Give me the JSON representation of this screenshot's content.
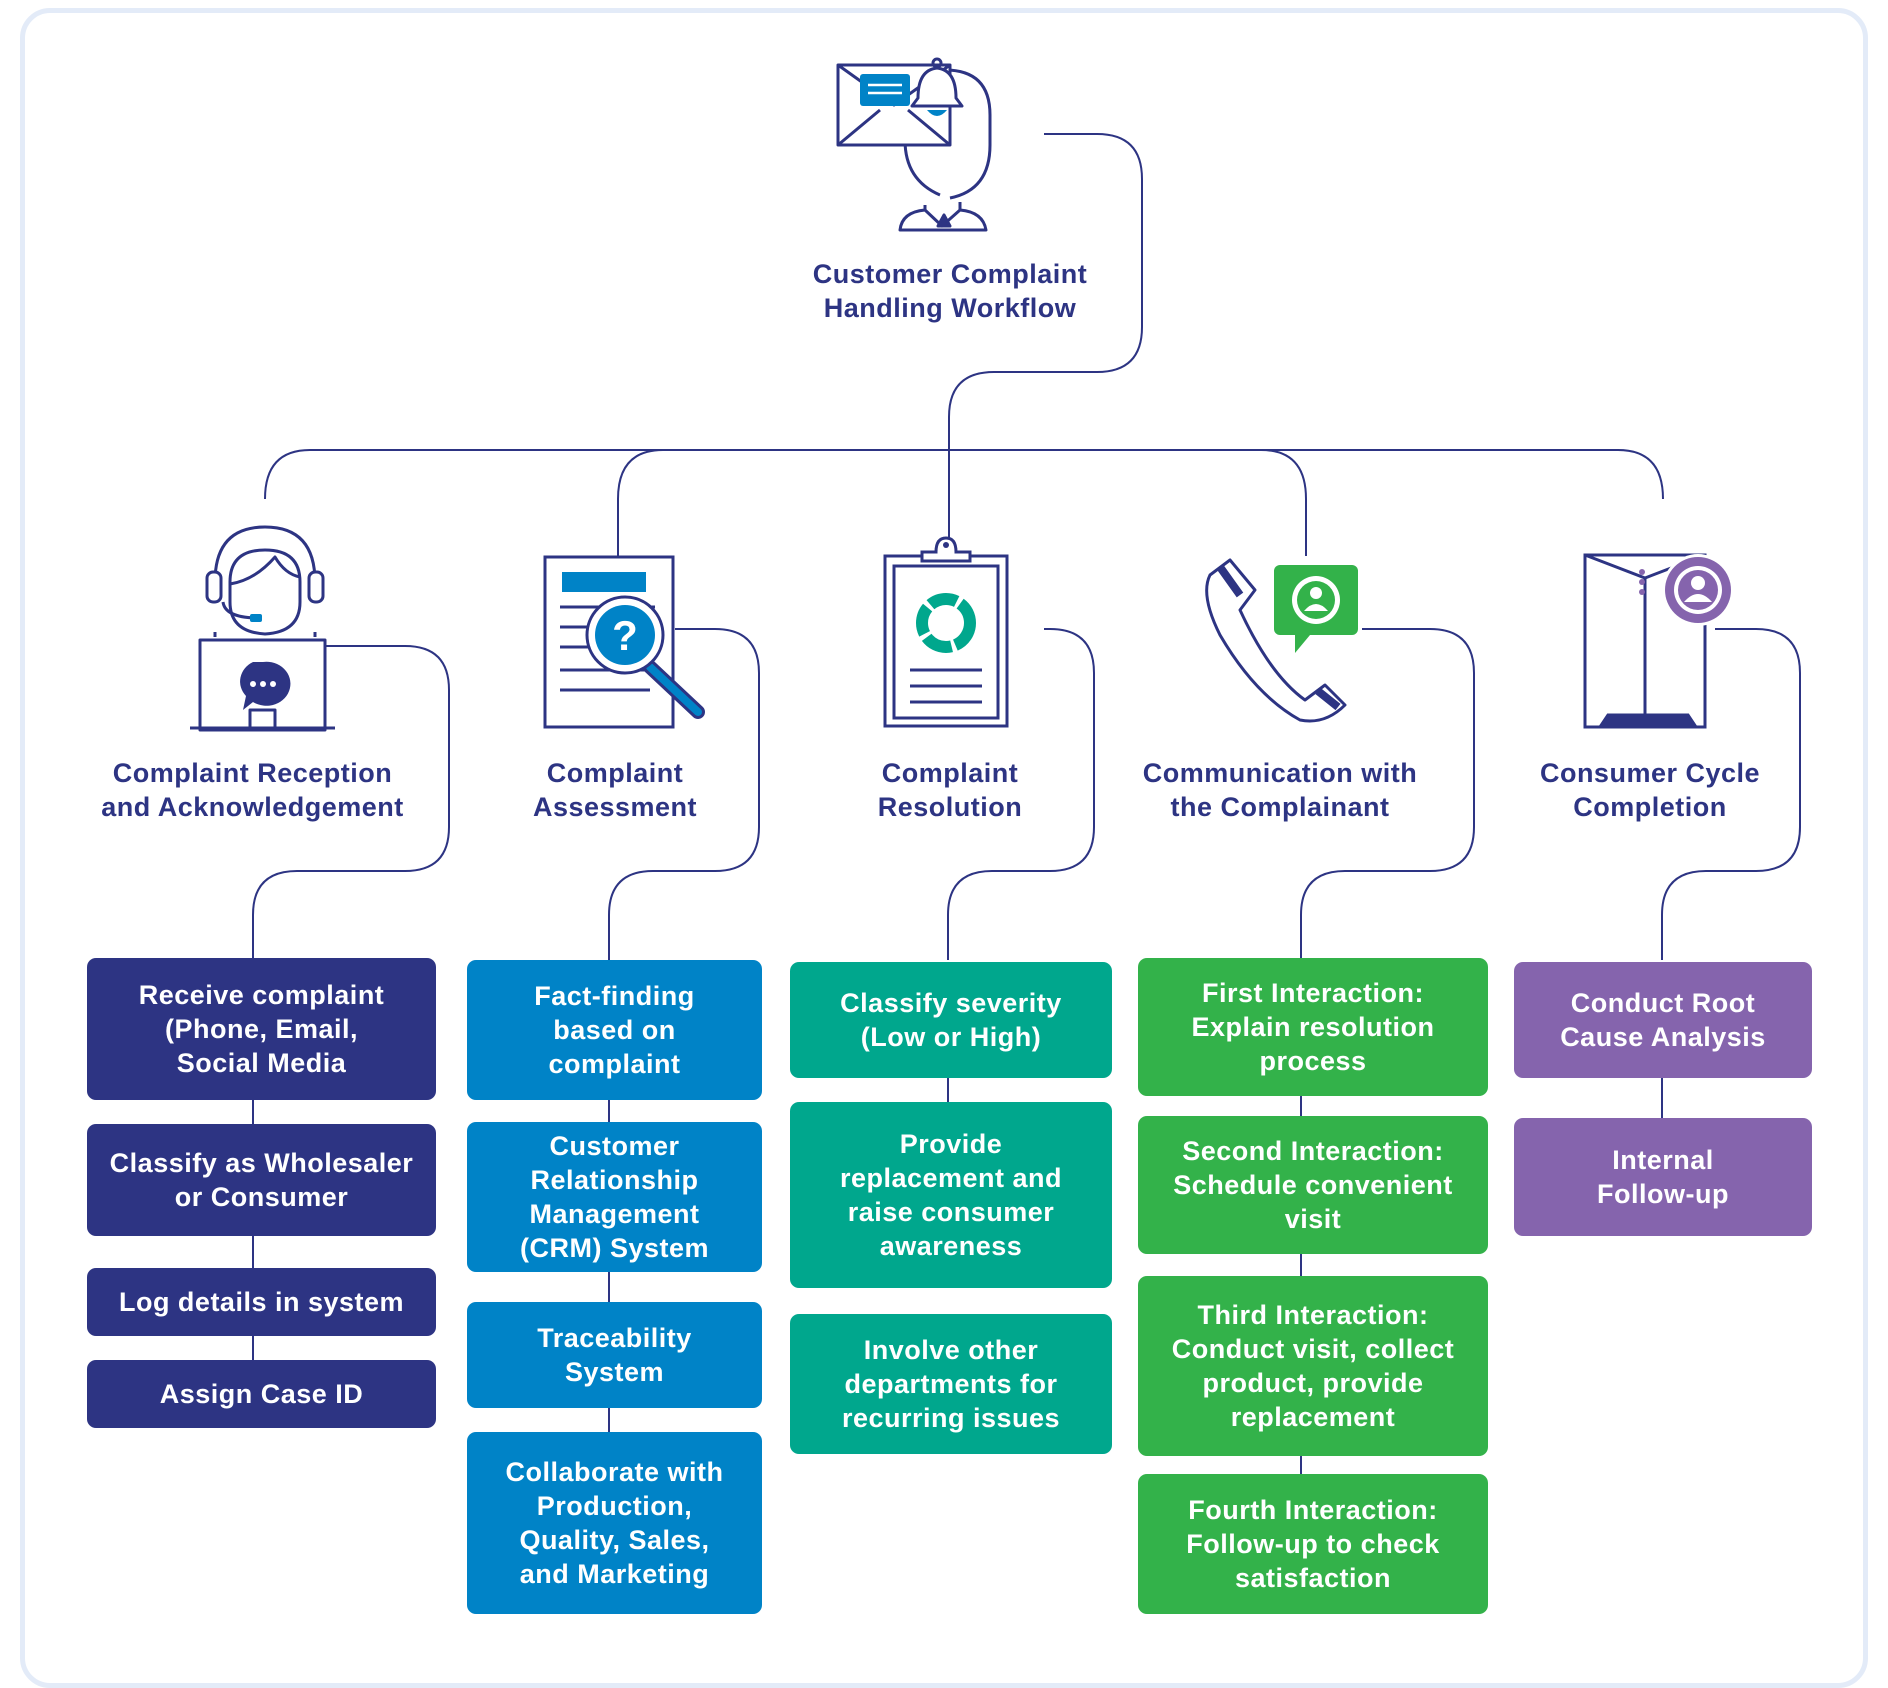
{
  "diagram": {
    "title": "Customer Complaint\nHandling Workflow",
    "colors": {
      "line": "#2d3483",
      "navy": "#2d3483",
      "blue": "#0083c7",
      "teal": "#00a78d",
      "green": "#33b24a",
      "purple": "#8564ad",
      "frame": "#e3ebf8"
    },
    "columns": [
      {
        "title": "Complaint Reception\nand Acknowledgement",
        "icon": "headset-agent-laptop-icon",
        "steps": [
          "Receive complaint\n(Phone, Email,\nSocial Media",
          "Classify as Wholesaler\nor Consumer",
          "Log details in system",
          "Assign Case ID"
        ]
      },
      {
        "title": "Complaint\nAssessment",
        "icon": "document-magnifier-question-icon",
        "steps": [
          "Fact-finding\nbased on\ncomplaint",
          "Customer\nRelationship\nManagement\n(CRM) System",
          "Traceability\nSystem",
          "Collaborate with\nProduction,\nQuality, Sales,\nand Marketing"
        ]
      },
      {
        "title": "Complaint\nResolution",
        "icon": "clipboard-chart-icon",
        "steps": [
          "Classify severity\n(Low or High)",
          "Provide\nreplacement and\nraise consumer\nawareness",
          "Involve other\ndepartments for\nrecurring issues"
        ]
      },
      {
        "title": "Communication with\nthe Complainant",
        "icon": "phone-chat-user-icon",
        "steps": [
          "First Interaction:\nExplain resolution\nprocess",
          "Second Interaction:\nSchedule convenient\nvisit",
          "Third Interaction:\nConduct visit, collect\nproduct, provide\nreplacement",
          "Fourth Interaction:\nFollow-up to check\nsatisfaction"
        ]
      },
      {
        "title": "Consumer Cycle\nCompletion",
        "icon": "envelope-user-icon",
        "steps": [
          "Conduct Root\nCause Analysis",
          "Internal\nFollow-up"
        ]
      }
    ]
  }
}
